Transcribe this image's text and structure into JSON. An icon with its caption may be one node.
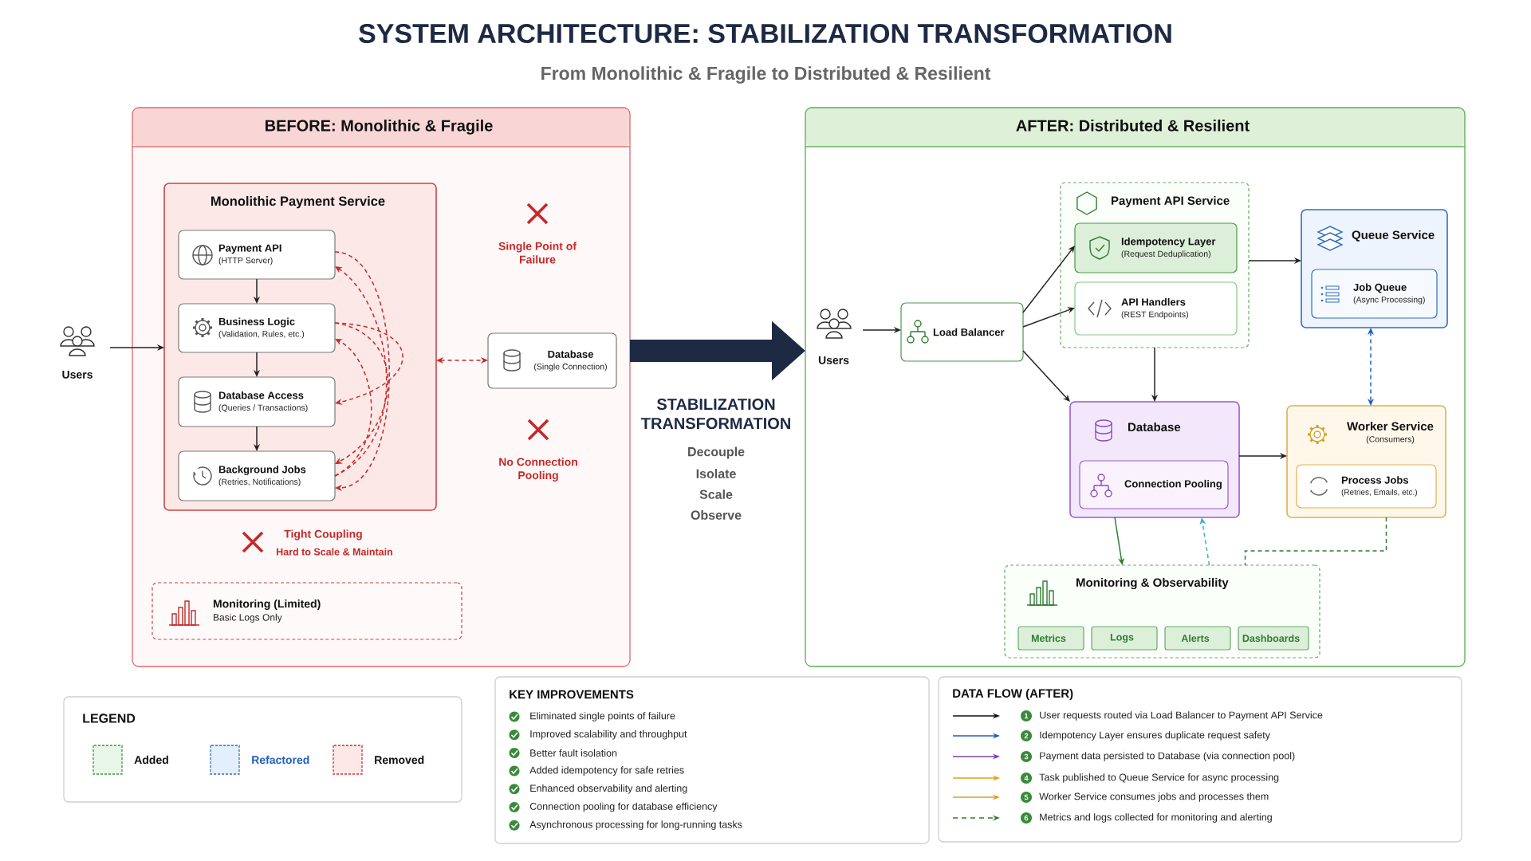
{
  "diagram": {
    "title": "SYSTEM ARCHITECTURE: STABILIZATION TRANSFORMATION",
    "caption": "From Monolithic & Fragile to Distributed & Resilient",
    "nodes": [
      {
        "text": [
          "BEFORE: Monolithic & Fragile"
        ]
      },
      {
        "text": [
          "Monolithic Payment Service"
        ],
        "in": 0
      },
      {
        "text": [
          "Payment API",
          "(HTTP Server)"
        ],
        "in": 1
      },
      {
        "text": [
          "Business Logic",
          "(Validation, Rules, etc.)"
        ],
        "in": 1
      },
      {
        "text": [
          "Database Access",
          "(Queries / Transactions)"
        ],
        "in": 1
      },
      {
        "text": [
          "Background Jobs",
          "(Retries, Notifications)"
        ],
        "in": 1
      },
      {
        "text": [
          "Users"
        ]
      },
      {
        "text": [
          "Database",
          "(Single Connection)"
        ],
        "in": 0
      },
      {
        "text": [
          "Monitoring (Limited)",
          "Basic Logs Only"
        ],
        "in": 0
      },
      {
        "text": [
          "AFTER: Distributed & Resilient"
        ]
      },
      {
        "text": [
          "Users"
        ],
        "in": 9
      },
      {
        "text": [
          "Load Balancer"
        ],
        "in": 9
      },
      {
        "text": [
          "Payment API Service"
        ],
        "in": 9
      },
      {
        "text": [
          "Idempotency Layer",
          "(Request Deduplication)"
        ],
        "in": 12
      },
      {
        "text": [
          "API Handlers",
          "(REST Endpoints)"
        ],
        "in": 12
      },
      {
        "text": [
          "Queue Service"
        ],
        "in": 9
      },
      {
        "text": [
          "Job Queue",
          "(Async Processing)"
        ],
        "in": 15
      },
      {
        "text": [
          "Database"
        ],
        "in": 9
      },
      {
        "text": [
          "Connection Pooling"
        ],
        "in": 17
      },
      {
        "text": [
          "Worker Service",
          "(Consumers)"
        ],
        "in": 9
      },
      {
        "text": [
          "Process Jobs",
          "(Retries, Emails, etc.)"
        ],
        "in": 19
      },
      {
        "text": [
          "Monitoring & Observability"
        ],
        "in": 9
      },
      {
        "text": [
          "Metrics"
        ],
        "in": 21
      },
      {
        "text": [
          "Logs"
        ],
        "in": 21
      },
      {
        "text": [
          "Alerts"
        ],
        "in": 21
      },
      {
        "text": [
          "Dashboards"
        ],
        "in": 21
      }
    ],
    "edges": [
      {
        "from": 6,
        "to": 1,
        "arrow": "to"
      },
      {
        "from": 2,
        "to": 3,
        "arrow": "to"
      },
      {
        "from": 3,
        "to": 4,
        "arrow": "to"
      },
      {
        "from": 4,
        "to": 5,
        "arrow": "to"
      },
      {
        "from": 2,
        "to": 5,
        "arrow": "to",
        "style": "dashed",
        "color": "#c62828"
      },
      {
        "from": 3,
        "to": 4,
        "arrow": "to",
        "style": "dashed",
        "color": "#c62828"
      },
      {
        "from": 3,
        "to": 5,
        "arrow": "to",
        "style": "dashed",
        "color": "#c62828"
      },
      {
        "from": 5,
        "to": 2,
        "arrow": "to",
        "style": "dashed",
        "color": "#c62828"
      },
      {
        "from": 5,
        "to": 3,
        "arrow": "to",
        "style": "dashed",
        "color": "#c62828"
      },
      {
        "from": 1,
        "to": 7,
        "arrow": "both",
        "style": "dashed",
        "color": "#c62828"
      },
      {
        "from": 0,
        "to": 9,
        "arrow": "to",
        "style": "thick",
        "color": "#1e2a44"
      },
      {
        "from": 10,
        "to": 11,
        "arrow": "to"
      },
      {
        "from": 11,
        "to": 13,
        "arrow": "to"
      },
      {
        "from": 11,
        "to": 14,
        "arrow": "to"
      },
      {
        "from": 11,
        "to": 17,
        "arrow": "to"
      },
      {
        "from": 12,
        "to": 15,
        "arrow": "to"
      },
      {
        "from": 12,
        "to": 17,
        "arrow": "to"
      },
      {
        "from": 15,
        "to": 19,
        "arrow": "both",
        "style": "dashed",
        "color": "#1f5fbf"
      },
      {
        "from": 17,
        "to": 19,
        "arrow": "to"
      },
      {
        "from": 17,
        "to": 21,
        "arrow": "to",
        "color": "#2e7d32"
      },
      {
        "from": 21,
        "to": 17,
        "arrow": "to",
        "style": "dashed",
        "color": "#3bb0c9"
      },
      {
        "from": 19,
        "to": 21,
        "arrow": "none",
        "style": "dashed",
        "color": "#2e7d32"
      }
    ],
    "labels": [
      "Single Point of Failure",
      "No Connection Pooling",
      "Tight Coupling",
      "Hard to Scale & Maintain",
      "STABILIZATION TRANSFORMATION",
      "Decouple",
      "Isolate",
      "Scale",
      "Observe",
      "LEGEND",
      "KEY IMPROVEMENTS",
      "Eliminated single points of failure",
      "Improved scalability and throughput",
      "Better fault isolation",
      "Added idempotency for safe retries",
      "Enhanced observability and alerting",
      "Connection pooling for database efficiency",
      "Asynchronous processing for long-running tasks",
      "DATA FLOW (AFTER)",
      "1",
      "2",
      "3",
      "4",
      "5",
      "6"
    ],
    "legend": [
      {
        "text": "Added",
        "color": "#e8f5e9"
      },
      {
        "text": "Refactored",
        "color": "#e3effc"
      },
      {
        "text": "Removed",
        "color": "#fde7e7"
      },
      {
        "text": "User requests routed via Load Balancer to Payment API Service"
      },
      {
        "text": "Idempotency Layer ensures duplicate request safety"
      },
      {
        "text": "Payment data persisted to Database (via connection pool)"
      },
      {
        "text": "Task published to Queue Service for async processing"
      },
      {
        "text": "Worker Service consumes jobs and processes them"
      },
      {
        "text": "Metrics and logs collected for monitoring and alerting"
      }
    ]
  }
}
